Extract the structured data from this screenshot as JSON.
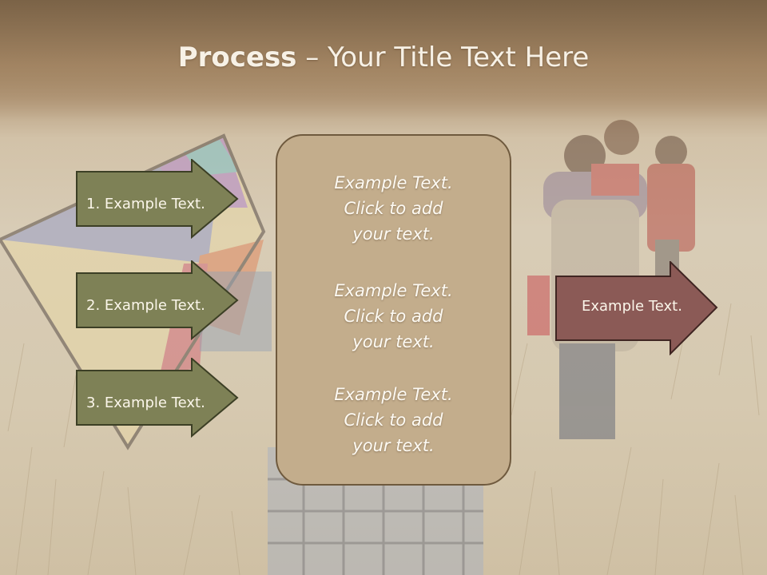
{
  "slide": {
    "title_bold": "Process",
    "title_rest": " – Your Title Text Here"
  },
  "left_arrows": [
    {
      "label": "1. Example Text."
    },
    {
      "label": "2. Example Text."
    },
    {
      "label": "3. Example Text."
    }
  ],
  "center_box": {
    "blocks": [
      {
        "line1": "Example Text.",
        "line2": "Click  to add",
        "line3": "your text."
      },
      {
        "line1": "Example Text.",
        "line2": "Click  to add",
        "line3": "your text."
      },
      {
        "line1": "Example Text.",
        "line2": "Click  to add",
        "line3": "your text."
      }
    ]
  },
  "right_arrow": {
    "label": "Example Text."
  },
  "colors": {
    "left_arrow_fill": "#7e8156",
    "right_arrow_fill": "#8b5a56",
    "box_fill": "#c3ad8c",
    "title_band": "#8a7256"
  }
}
